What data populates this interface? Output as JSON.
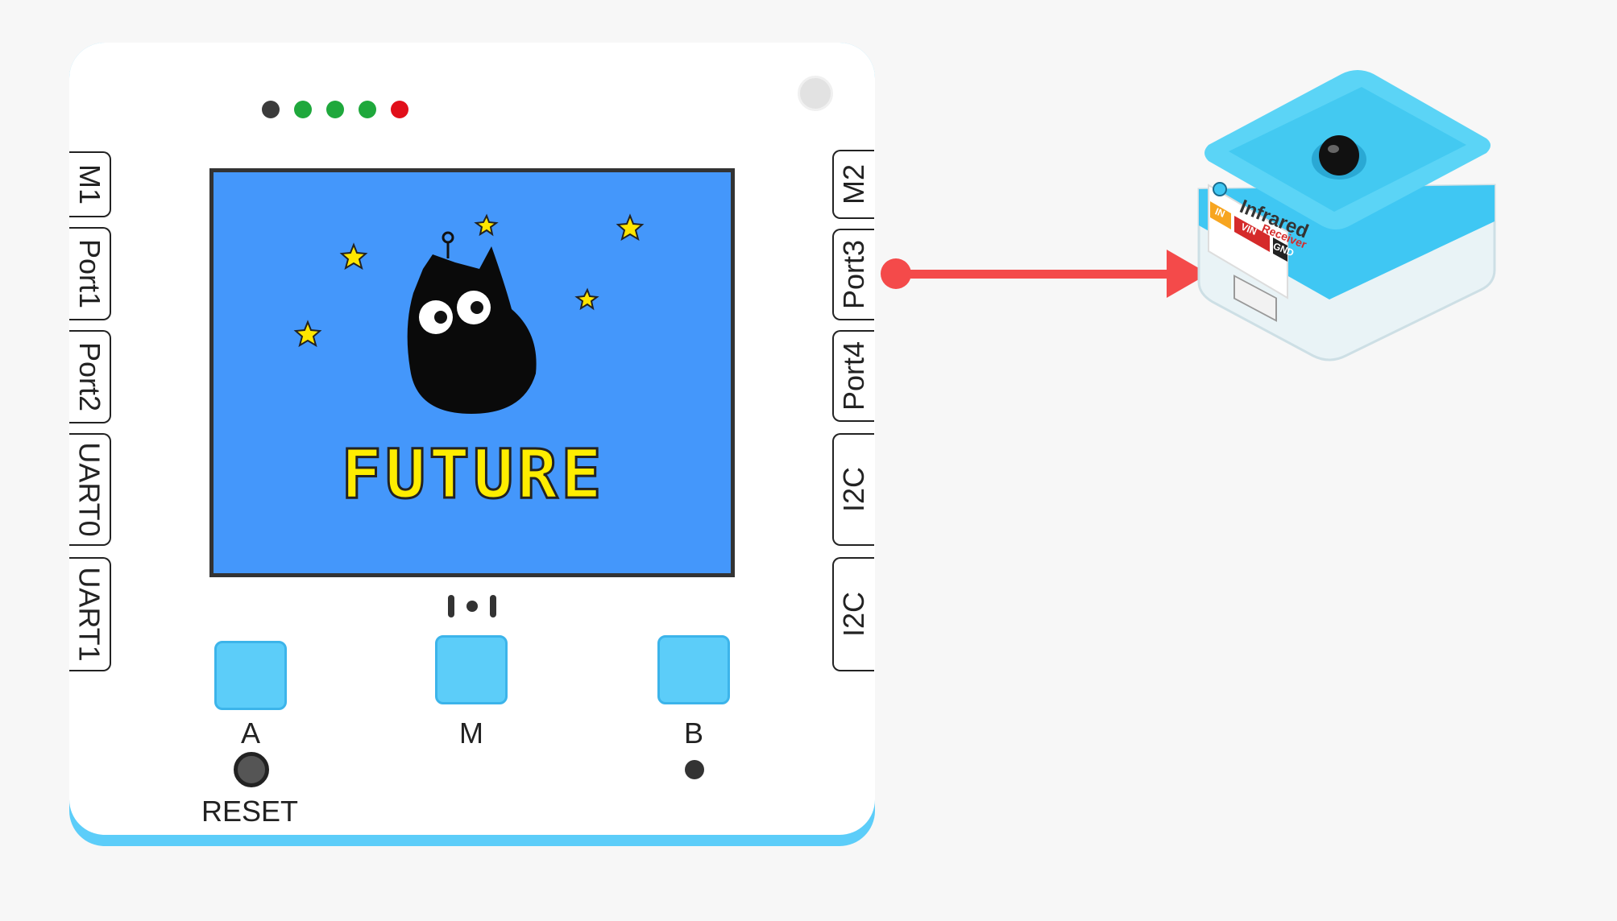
{
  "board": {
    "leds": [
      "#3b3b3b",
      "#1fa83c",
      "#1fa83c",
      "#1fa83c",
      "#e10f1a"
    ],
    "left_ports": [
      "M1",
      "Port1",
      "Port2",
      "UART0",
      "UART1"
    ],
    "right_ports": [
      "M2",
      "Port3",
      "Port4",
      "I2C",
      "I2C"
    ],
    "screen_text": "FUTURE",
    "buttons": {
      "a": "A",
      "m": "M",
      "b": "B"
    },
    "reset_label": "RESET"
  },
  "module": {
    "title": "Infrared",
    "subtitle": "Receiver",
    "pins": [
      "IN",
      "VIN",
      "GND"
    ]
  },
  "colors": {
    "board_accent": "#5ccdf9",
    "screen_bg": "#4497fb",
    "screen_text": "#ffed00",
    "arrow": "#f44a4a",
    "module_body": "#3fc7f3"
  }
}
